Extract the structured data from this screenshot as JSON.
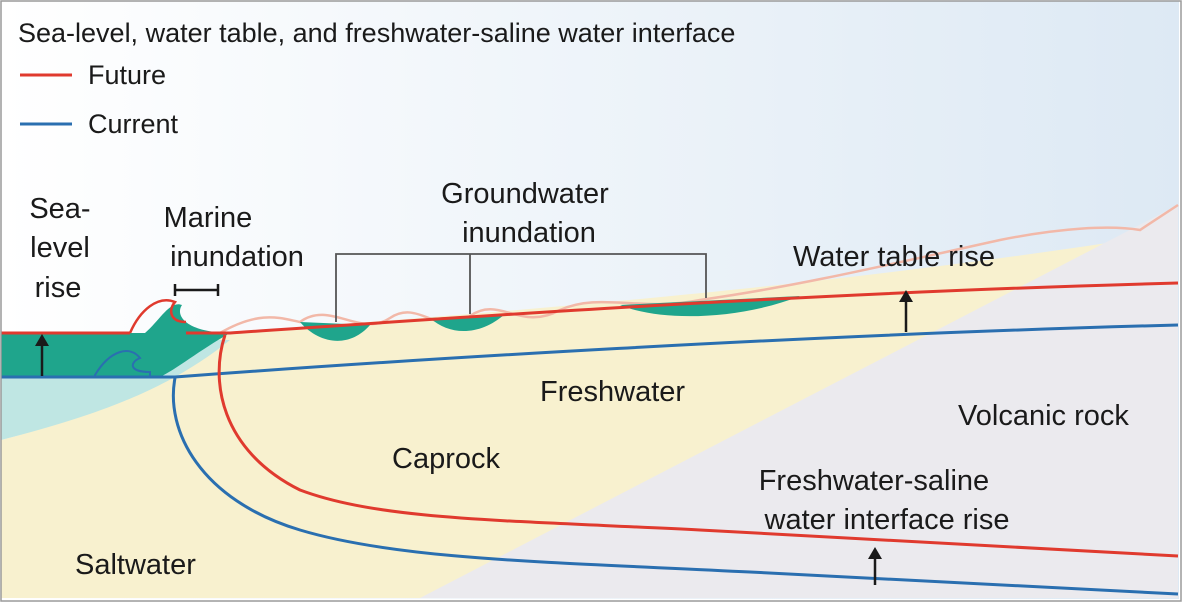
{
  "title": "Sea-level, water table, and freshwater-saline water interface",
  "legend": [
    {
      "label": "Future",
      "color": "#e03a2e"
    },
    {
      "label": "Current",
      "color": "#2a6fb0"
    }
  ],
  "labels": {
    "sea_level_rise": [
      "Sea-",
      "level",
      "rise"
    ],
    "marine_inundation": [
      "Marine",
      "inundation"
    ],
    "groundwater_inundation": [
      "Groundwater",
      "inundation"
    ],
    "water_table_rise": "Water table rise",
    "freshwater": "Freshwater",
    "volcanic_rock": "Volcanic rock",
    "caprock": "Caprock",
    "interface_rise": [
      "Freshwater-saline",
      "water interface rise"
    ],
    "saltwater": "Saltwater"
  },
  "colors": {
    "future": "#e03a2e",
    "current": "#2a6fb0",
    "sea_teal": "#1fa58c",
    "shallow_water": "#bfe6e3",
    "caprock_fill": "#f8f1cf",
    "volcanic_fill": "#ebeaee",
    "sky": "#e8f1f8",
    "pink_ground": "#f2b8a8"
  }
}
